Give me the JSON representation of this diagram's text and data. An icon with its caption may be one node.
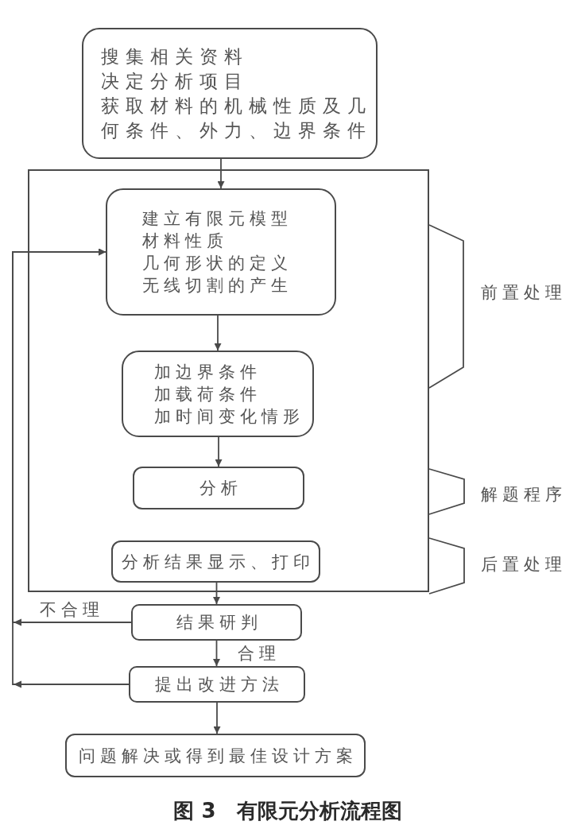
{
  "diagram": {
    "caption": "图 3　有限元分析流程图",
    "nodes": [
      {
        "text": [
          "搜集相关资料",
          "决定分析项目",
          "获取材料的机械性质及几何条件、外力、边界条件"
        ]
      },
      {
        "text": [],
        "shape": "box"
      },
      {
        "text": [
          "建立有限元模型",
          "材料性质",
          "几何形状的定义",
          "无线切割的产生"
        ],
        "in": 1
      },
      {
        "text": [
          "加边界条件",
          "加载荷条件",
          "加时间变化情形"
        ],
        "in": 1
      },
      {
        "text": [
          "分析"
        ],
        "in": 1
      },
      {
        "text": [
          "分析结果显示、打印"
        ],
        "in": 1
      },
      {
        "text": [
          "结果研判"
        ]
      },
      {
        "text": [
          "提出改进方法"
        ]
      },
      {
        "text": [
          "问题解决或得到最佳设计方案"
        ]
      }
    ],
    "edges": [
      {
        "from": 0,
        "to": 2,
        "arrow": "to"
      },
      {
        "from": 2,
        "to": 3,
        "arrow": "to"
      },
      {
        "from": 3,
        "to": 4,
        "arrow": "to"
      },
      {
        "from": 5,
        "to": 6,
        "arrow": "to"
      },
      {
        "from": 6,
        "to": 2,
        "arrow": "to",
        "label": "不合理"
      },
      {
        "from": 6,
        "to": 7,
        "arrow": "to",
        "label": "合理"
      },
      {
        "from": 7,
        "to": 2,
        "arrow": "to"
      },
      {
        "from": 7,
        "to": 8,
        "arrow": "to"
      }
    ],
    "labels": [
      "前置处理",
      "解题程序",
      "后置处理"
    ]
  }
}
